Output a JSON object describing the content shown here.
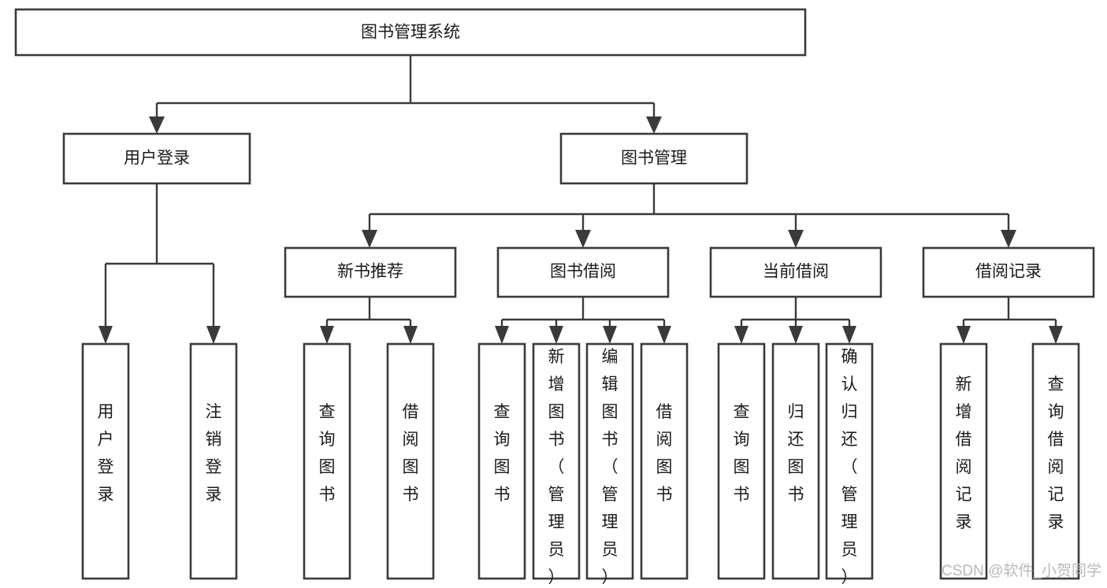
{
  "diagram": {
    "title": "图书管理系统",
    "type": "tree-hierarchy-chart",
    "root": {
      "label": "图书管理系统"
    },
    "level2": [
      {
        "label": "用户登录"
      },
      {
        "label": "图书管理"
      }
    ],
    "level3": [
      {
        "label": "新书推荐"
      },
      {
        "label": "图书借阅"
      },
      {
        "label": "当前借阅"
      },
      {
        "label": "借阅记录"
      }
    ],
    "leaves": {
      "user_login": [
        {
          "label": "用户登录"
        },
        {
          "label": "注销登录"
        }
      ],
      "new_book_recommend": [
        {
          "label": "查询图书"
        },
        {
          "label": "借阅图书"
        }
      ],
      "book_borrow": [
        {
          "label": "查询图书"
        },
        {
          "label": "新增图书（管理员）"
        },
        {
          "label": "编辑图书（管理员）"
        },
        {
          "label": "借阅图书"
        }
      ],
      "current_borrow": [
        {
          "label": "查询图书"
        },
        {
          "label": "归还图书"
        },
        {
          "label": "确认归还（管理员）"
        }
      ],
      "borrow_record": [
        {
          "label": "新增借阅记录"
        },
        {
          "label": "查询借阅记录"
        }
      ]
    }
  },
  "watermark": {
    "text": "CSDN @软件_小贺同学"
  },
  "colors": {
    "stroke": "#3a3a3a",
    "box_fill": "#ffffff",
    "text": "#1a1a1a",
    "watermark": "#b9b9b9",
    "background": "#ffffff"
  }
}
